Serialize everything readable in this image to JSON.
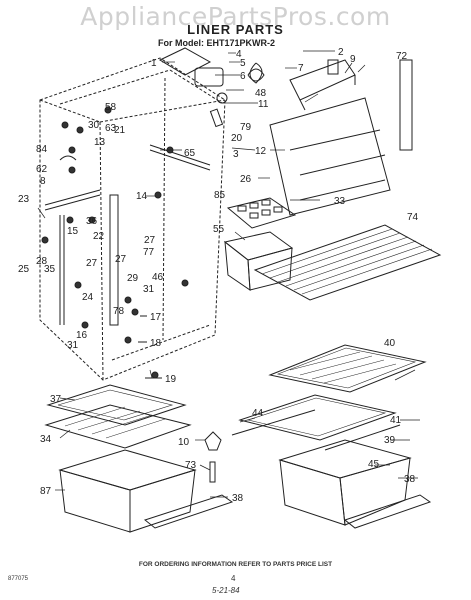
{
  "watermark": "AppliancePartsPros.com",
  "header": {
    "title": "LINER PARTS",
    "model_line": "For Model: EHT171PKWR-2"
  },
  "footer": {
    "ordering_note": "FOR ORDERING INFORMATION REFER TO PARTS PRICE LIST",
    "page_number": "4",
    "doc_code": "877075",
    "handwritten_stamp": "5-21-84"
  },
  "callouts": [
    "1",
    "2",
    "3",
    "4",
    "5",
    "6",
    "7",
    "8",
    "9",
    "10",
    "11",
    "12",
    "13",
    "14",
    "15",
    "16",
    "17",
    "18",
    "19",
    "20",
    "21",
    "22",
    "23",
    "24",
    "25",
    "26",
    "27",
    "27",
    "27",
    "28",
    "29",
    "30",
    "31",
    "31",
    "33",
    "34",
    "35",
    "36",
    "37",
    "38",
    "38",
    "39",
    "40",
    "41",
    "44",
    "45",
    "46",
    "48",
    "55",
    "58",
    "62",
    "63",
    "65",
    "72",
    "73",
    "74",
    "77",
    "78",
    "79",
    "84",
    "85",
    "87"
  ]
}
